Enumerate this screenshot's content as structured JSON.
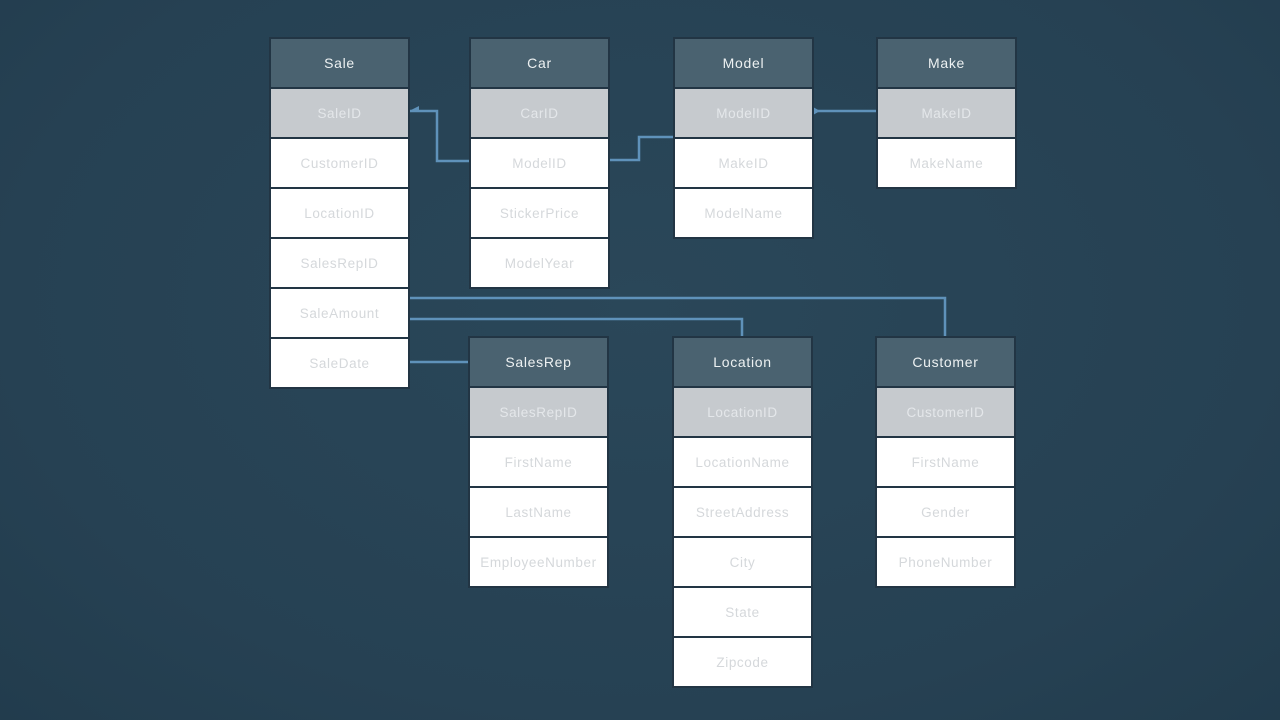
{
  "diagram": {
    "type": "entity-relationship",
    "subject": "Car dealership sales database schema",
    "tables": [
      {
        "id": "sale",
        "title": "Sale",
        "fields": [
          {
            "name": "SaleID",
            "pk": true
          },
          {
            "name": "CustomerID",
            "pk": false
          },
          {
            "name": "LocationID",
            "pk": false
          },
          {
            "name": "SalesRepID",
            "pk": false
          },
          {
            "name": "SaleAmount",
            "pk": false
          },
          {
            "name": "SaleDate",
            "pk": false
          }
        ]
      },
      {
        "id": "car",
        "title": "Car",
        "fields": [
          {
            "name": "CarID",
            "pk": true
          },
          {
            "name": "ModelID",
            "pk": false
          },
          {
            "name": "StickerPrice",
            "pk": false
          },
          {
            "name": "ModelYear",
            "pk": false
          }
        ]
      },
      {
        "id": "model",
        "title": "Model",
        "fields": [
          {
            "name": "ModelID",
            "pk": true
          },
          {
            "name": "MakeID",
            "pk": false
          },
          {
            "name": "ModelName",
            "pk": false
          }
        ]
      },
      {
        "id": "make",
        "title": "Make",
        "fields": [
          {
            "name": "MakeID",
            "pk": true
          },
          {
            "name": "MakeName",
            "pk": false
          }
        ]
      },
      {
        "id": "salesrep",
        "title": "SalesRep",
        "fields": [
          {
            "name": "SalesRepID",
            "pk": true
          },
          {
            "name": "FirstName",
            "pk": false
          },
          {
            "name": "LastName",
            "pk": false
          },
          {
            "name": "EmployeeNumber",
            "pk": false
          }
        ]
      },
      {
        "id": "location",
        "title": "Location",
        "fields": [
          {
            "name": "LocationID",
            "pk": true
          },
          {
            "name": "LocationName",
            "pk": false
          },
          {
            "name": "StreetAddress",
            "pk": false
          },
          {
            "name": "City",
            "pk": false
          },
          {
            "name": "State",
            "pk": false
          },
          {
            "name": "Zipcode",
            "pk": false
          }
        ]
      },
      {
        "id": "customer",
        "title": "Customer",
        "fields": [
          {
            "name": "CustomerID",
            "pk": true
          },
          {
            "name": "FirstName",
            "pk": false
          },
          {
            "name": "Gender",
            "pk": false
          },
          {
            "name": "PhoneNumber",
            "pk": false
          }
        ]
      }
    ],
    "relationships": [
      {
        "from": "Sale.SaleID",
        "to": "Car.ModelID"
      },
      {
        "from": "Car.ModelID",
        "to": "Model.ModelID"
      },
      {
        "from": "Model.ModelID",
        "to": "Make.MakeID"
      },
      {
        "from": "Sale.SaleAmount",
        "to": "Customer"
      },
      {
        "from": "Sale.SaleAmount",
        "to": "Location"
      },
      {
        "from": "Sale.SaleDate",
        "to": "SalesRep"
      }
    ],
    "colors": {
      "background": "#274354",
      "table_header": "#4a6270",
      "primary_key_row": "#c6cace",
      "field_row": "#ffffff",
      "field_text": "#d5d8db",
      "header_text": "#edf1f2",
      "cell_border": "#223544",
      "connector": "#5f92ba"
    }
  }
}
